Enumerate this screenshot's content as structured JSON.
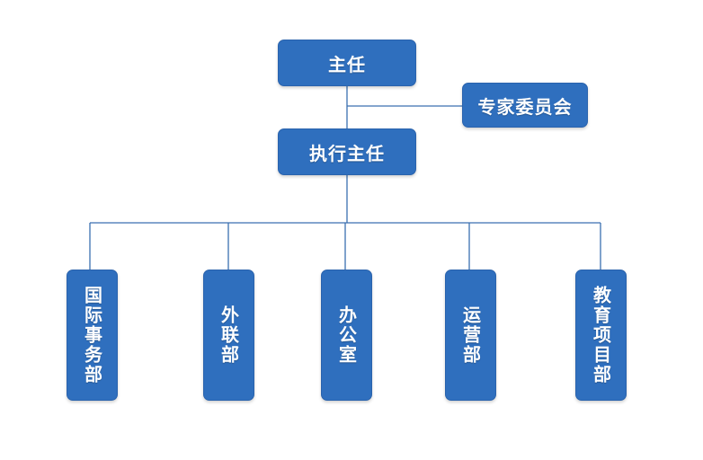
{
  "diagram": {
    "top": {
      "label": "主任"
    },
    "advisory": {
      "label": "专家委员会"
    },
    "executive": {
      "label": "执行主任"
    },
    "departments": [
      {
        "label": "国际事务部"
      },
      {
        "label": "外联部"
      },
      {
        "label": "办公室"
      },
      {
        "label": "运营部"
      },
      {
        "label": "教育项目部"
      }
    ],
    "colors": {
      "box_fill": "#2f6fbe",
      "box_text": "#ffffff",
      "connector": "#3a6fb0"
    }
  }
}
